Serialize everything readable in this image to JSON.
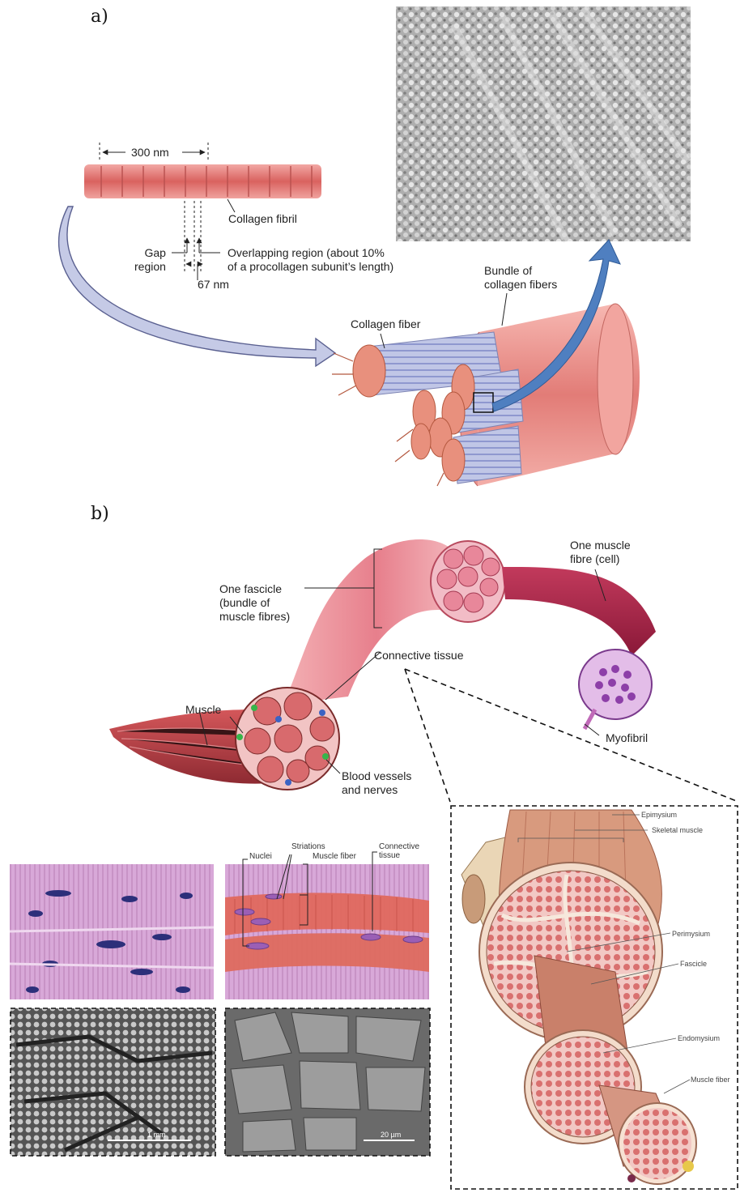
{
  "panel_a": {
    "label": "a)",
    "dim_300": "300 nm",
    "fibril": "Collagen fibril",
    "gap": "Gap\nregion",
    "overlap": "Overlapping region (about 10%\nof a procollagen subunit’s length)",
    "dim_67": "67 nm",
    "fiber": "Collagen fiber",
    "bundle": "Bundle of\ncollagen fibers"
  },
  "panel_b": {
    "label": "b)",
    "fascicle": "One fascicle\n(bundle of\nmuscle fibres)",
    "muscle_fibre": "One muscle\nfibre (cell)",
    "connective": "Connective tissue",
    "muscle": "Muscle",
    "myofibril": "Myofibril",
    "vessels": "Blood vessels\nand nerves",
    "histology": {
      "nuclei": "Nuclei",
      "striations": "Striations",
      "muscle_fiber": "Muscle fiber",
      "connective": "Connective\ntissue"
    },
    "sem_left_scale": "1 mm",
    "sem_right_scale": "20 µm",
    "anatomy": {
      "epimysium": "Epimysium",
      "skeletal": "Skeletal muscle",
      "perimysium": "Perimysium",
      "fascicle": "Fascicle",
      "endomysium": "Endomysium",
      "muscle_fiber": "Muscle fiber"
    }
  },
  "colors": {
    "collagen": "#e07a78",
    "fiber_blue": "#b8bfdf",
    "arrow_blue": "#4f7fc0",
    "muscle": "#c8474f",
    "sem_gray": "#9a9a9a"
  }
}
